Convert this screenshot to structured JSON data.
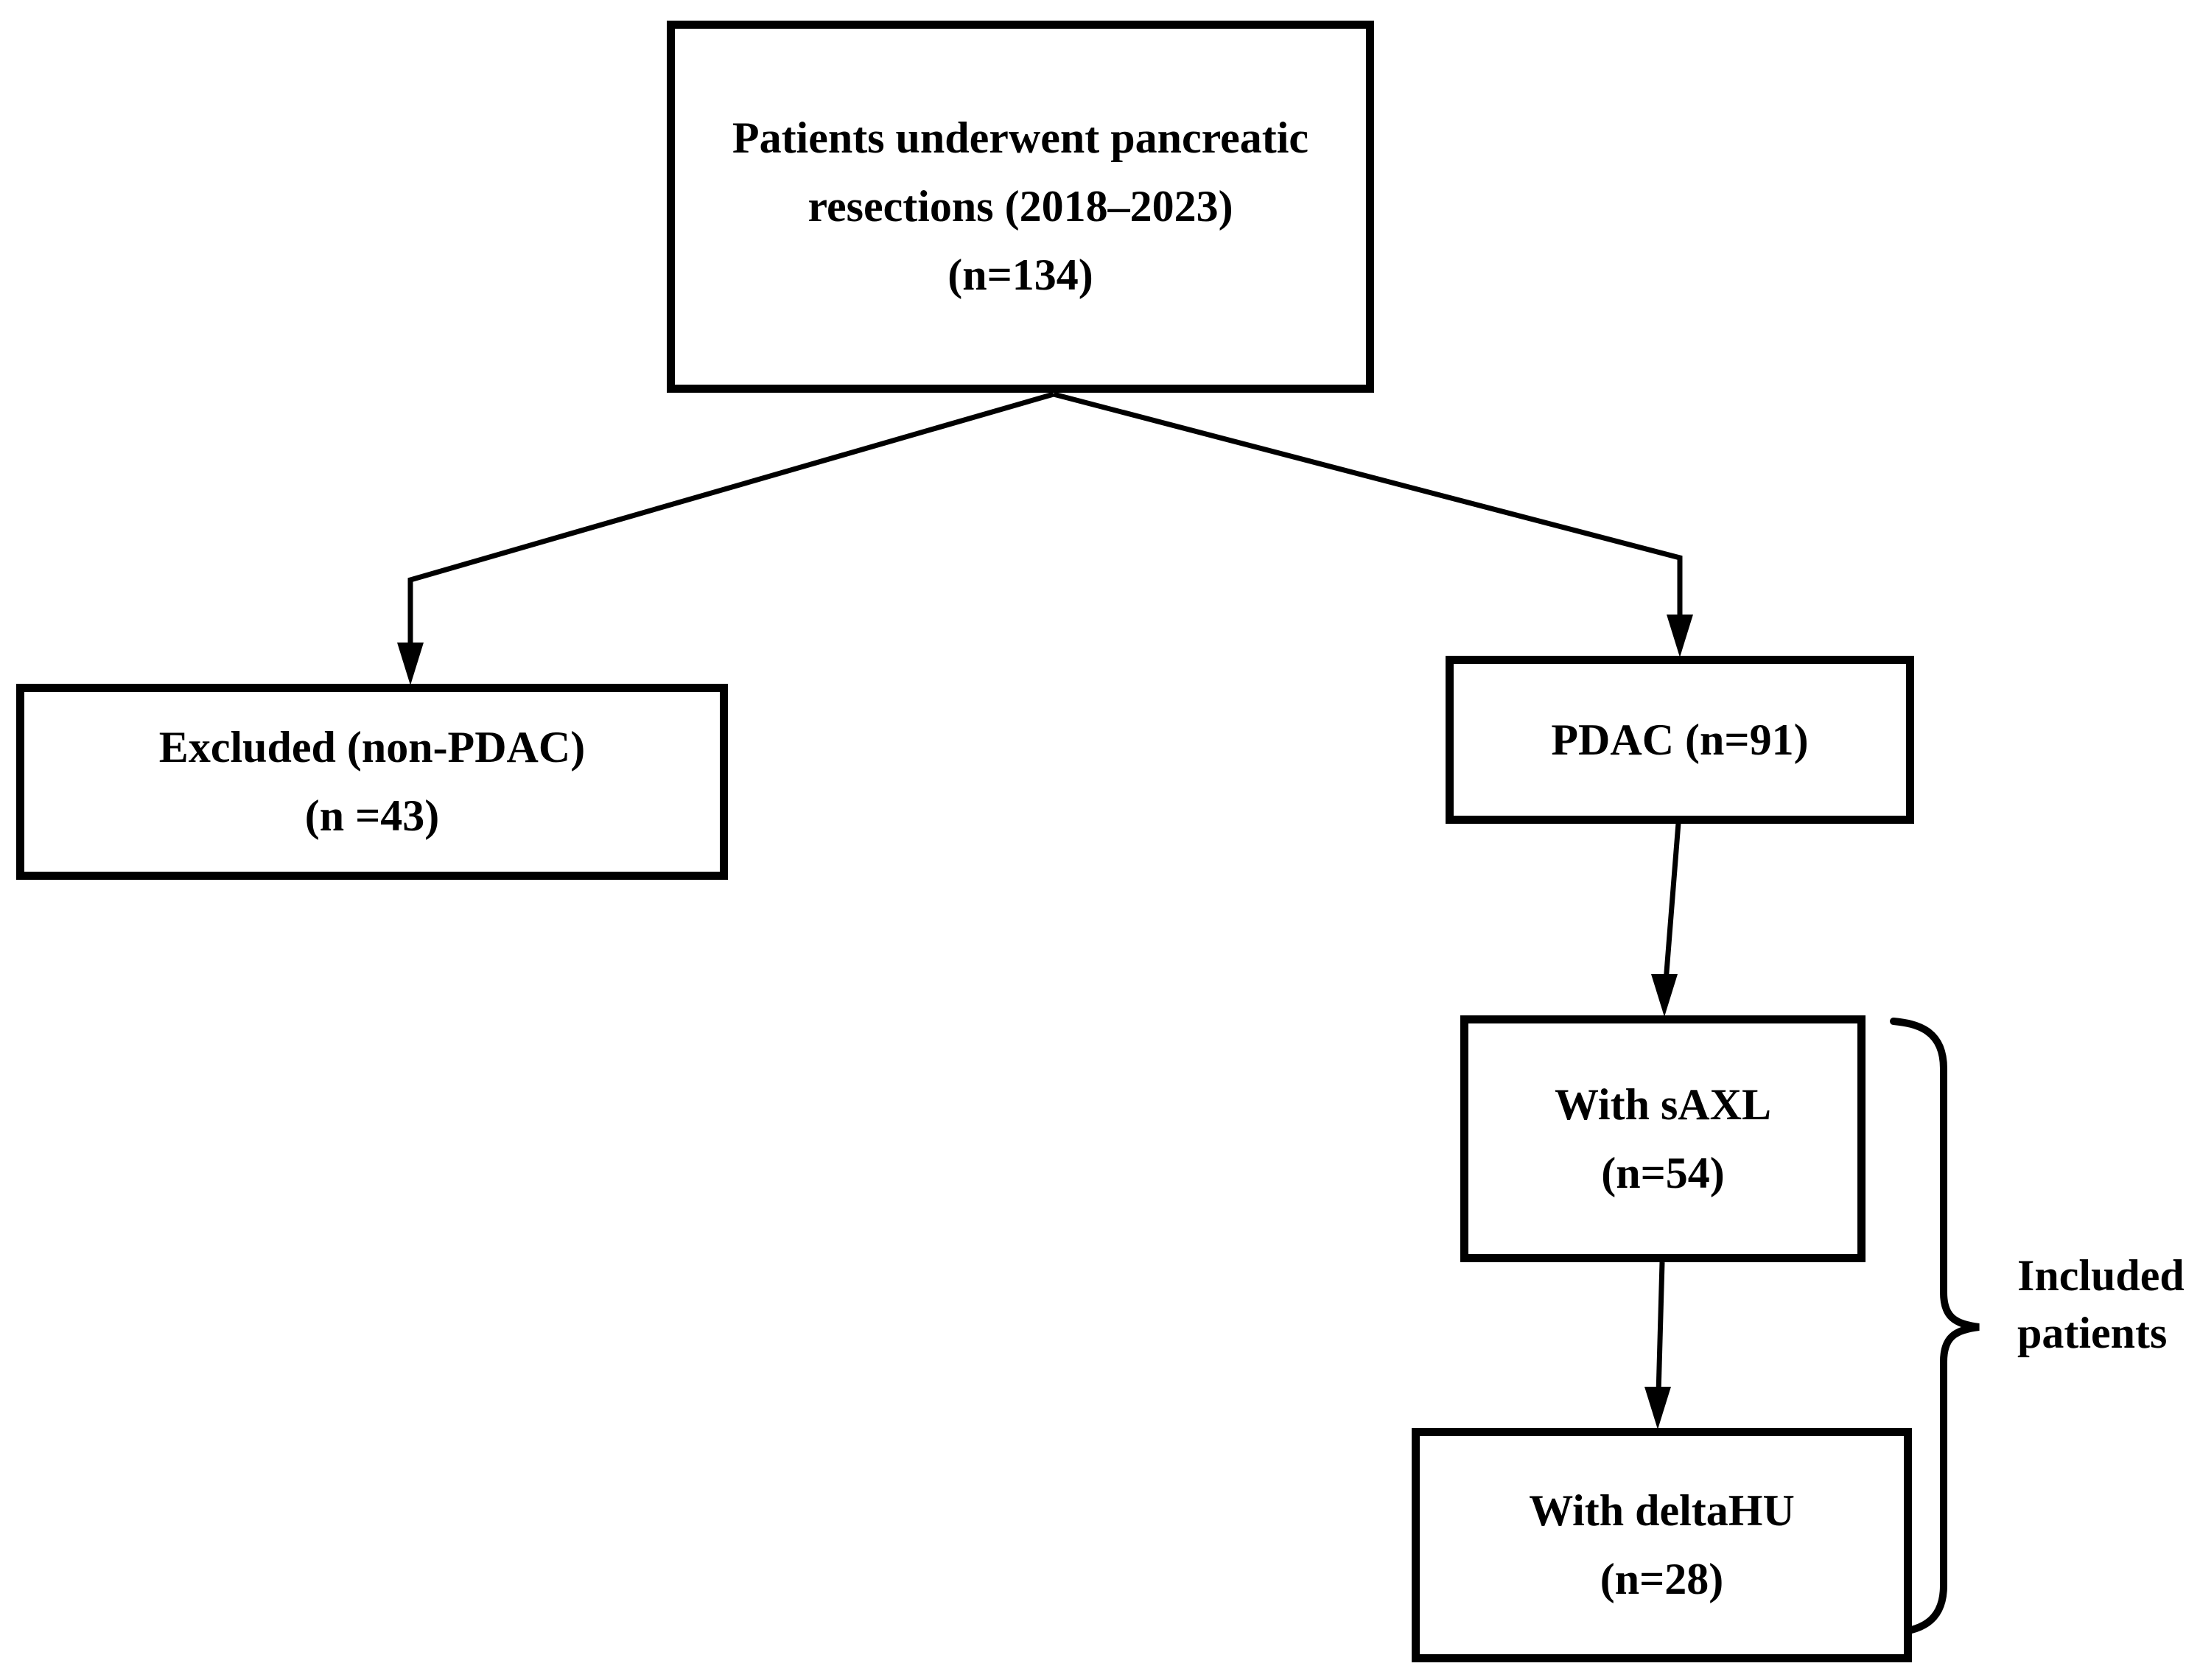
{
  "figure": {
    "kind": "patient-flow-diagram",
    "colors": {
      "background": "#ffffff",
      "line": "#000000",
      "text": "#000000"
    }
  },
  "nodes": {
    "root": {
      "lines": [
        "Patients underwent pancreatic",
        "resections (2018–2023)",
        "(n=134)"
      ]
    },
    "excluded": {
      "lines": [
        "Excluded (non-PDAC)",
        "(n =43)"
      ]
    },
    "pdac": {
      "lines": [
        "PDAC (n=91)"
      ]
    },
    "saxl": {
      "lines": [
        "With sAXL",
        "(n=54)"
      ]
    },
    "deltahu": {
      "lines": [
        "With deltaHU",
        "(n=28)"
      ]
    }
  },
  "annotation": {
    "line1": "Included",
    "line2": "patients"
  }
}
